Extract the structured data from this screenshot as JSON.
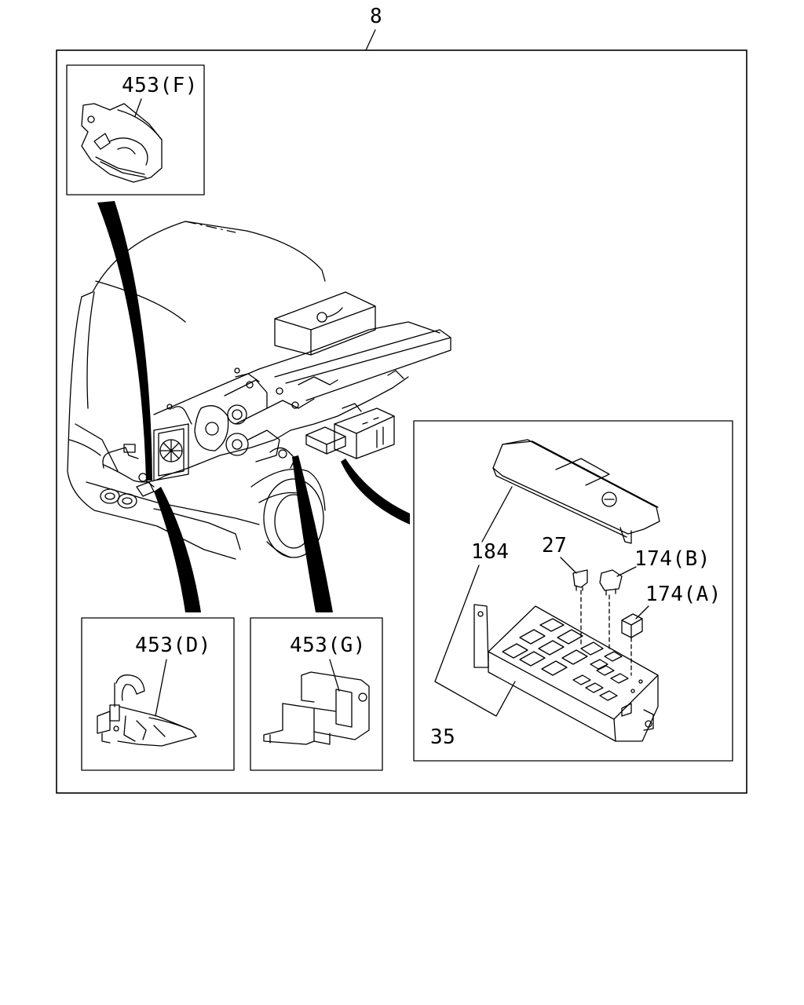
{
  "diagram": {
    "group_number": "8",
    "callouts": {
      "f": "453(F)",
      "d": "453(D)",
      "g": "453(G)",
      "cover": "184",
      "fuse": "27",
      "relay_b": "174(B)",
      "relay_a": "174(A)",
      "box": "35"
    }
  }
}
